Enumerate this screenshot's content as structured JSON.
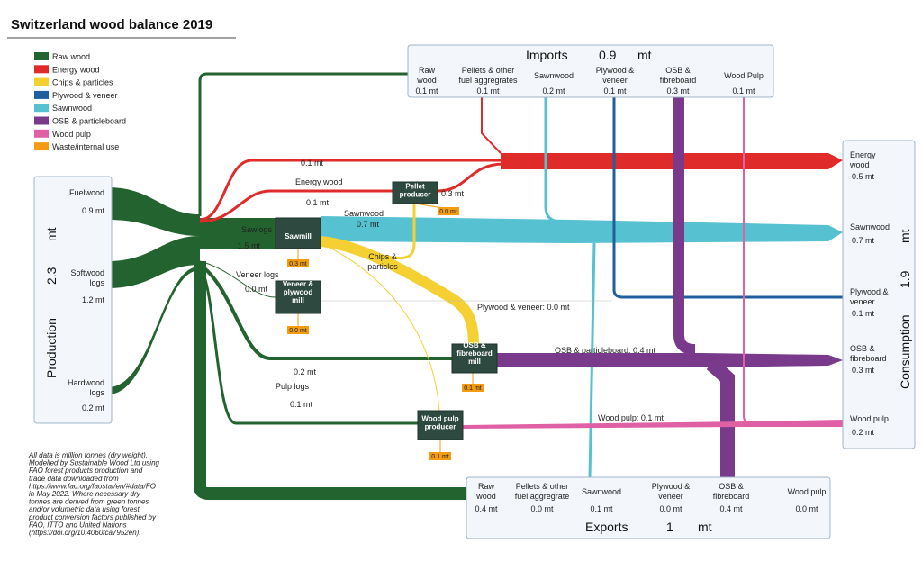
{
  "title": "Switzerland wood balance 2019",
  "legend": [
    {
      "label": "Raw wood",
      "color": "#23632f"
    },
    {
      "label": "Energy wood",
      "color": "#e02b2b"
    },
    {
      "label": "Chips & particles",
      "color": "#f5d033"
    },
    {
      "label": "Plywood & veneer",
      "color": "#1f5f9e"
    },
    {
      "label": "Sawnwood",
      "color": "#56c1d1"
    },
    {
      "label": "OSB & particleboard",
      "color": "#7a3a8c"
    },
    {
      "label": "Wood pulp",
      "color": "#e060a6"
    },
    {
      "label": "Waste/internal use",
      "color": "#f39c12"
    }
  ],
  "production": {
    "title": "Production",
    "total": "2.3",
    "unit": "mt",
    "items": [
      {
        "name": "Fuelwood",
        "value": "0.9 mt"
      },
      {
        "name": "Softwood\nlogs",
        "name_lines": [
          "Softwood",
          "logs"
        ],
        "value": "1.2 mt"
      },
      {
        "name": "Hardwood\nlogs",
        "name_lines": [
          "Hardwood",
          "logs"
        ],
        "value": "0.2 mt"
      }
    ]
  },
  "imports": {
    "title": "Imports",
    "total": "0.9",
    "unit": "mt",
    "items": [
      {
        "lines": [
          "Raw",
          "wood"
        ],
        "value": "0.1 mt"
      },
      {
        "lines": [
          "Pellets & other",
          "fuel aggregrates"
        ],
        "value": "0.1 mt"
      },
      {
        "lines": [
          "Sawnwood"
        ],
        "value": "0.2 mt"
      },
      {
        "lines": [
          "Plywood &",
          "veneer"
        ],
        "value": "0.1 mt"
      },
      {
        "lines": [
          "OSB &",
          "fibreboard"
        ],
        "value": "0.3 mt"
      },
      {
        "lines": [
          "Wood Pulp"
        ],
        "value": "0.1 mt"
      }
    ]
  },
  "exports": {
    "title": "Exports",
    "total": "1",
    "unit": "mt",
    "items": [
      {
        "lines": [
          "Raw",
          "wood"
        ],
        "value": "0.4 mt"
      },
      {
        "lines": [
          "Pellets & other",
          "fuel aggregrate"
        ],
        "value": "0.0 mt"
      },
      {
        "lines": [
          "Sawnwood"
        ],
        "value": "0.1 mt"
      },
      {
        "lines": [
          "Plywood &",
          "veneer"
        ],
        "value": "0.0 mt"
      },
      {
        "lines": [
          "OSB &",
          "fibreboard"
        ],
        "value": "0.4 mt"
      },
      {
        "lines": [
          "Wood pulp"
        ],
        "value": "0.0 mt"
      }
    ]
  },
  "consumption": {
    "title": "Consumption",
    "total": "1.9",
    "unit": "mt",
    "items": [
      {
        "lines": [
          "Energy",
          "wood"
        ],
        "value": "0.5 mt"
      },
      {
        "lines": [
          "Sawnwood"
        ],
        "value": "0.7 mt"
      },
      {
        "lines": [
          "Plywood &",
          "veneer"
        ],
        "value": "0.1 mt"
      },
      {
        "lines": [
          "OSB &",
          "fibreboard"
        ],
        "value": "0.3 mt"
      },
      {
        "lines": [
          "Wood pulp"
        ],
        "value": "0.2 mt"
      }
    ]
  },
  "processes": {
    "sawmill": {
      "lines": [
        "Sawmill"
      ],
      "waste": "0.3 mt"
    },
    "pellet": {
      "lines": [
        "Pellet",
        "producer"
      ],
      "waste": "0.0 mt"
    },
    "veneer": {
      "lines": [
        "Veneer &",
        "plywood",
        "mill"
      ],
      "waste": "0.0 mt"
    },
    "osb": {
      "lines": [
        "OSB &",
        "fibreboard",
        "mill"
      ],
      "waste": "0.1 mt"
    },
    "pulp": {
      "lines": [
        "Wood pulp",
        "producer"
      ],
      "waste": "0.1 mt"
    }
  },
  "flow_labels": {
    "energy_top": "0.1 mt",
    "energy_wood": "Energy wood",
    "energy_wood_value": "0.1 mt",
    "pellet_out": "0.3 mt",
    "sawlogs": "Sawlogs",
    "sawlogs_value": "1.5 mt",
    "sawnwood": "Sawnwood",
    "sawnwood_value": "0.7 mt",
    "veneer_logs": "Veneer logs",
    "veneer_logs_value": "0.0 mt",
    "chips_lines": [
      "Chips &",
      "particles"
    ],
    "plywood_veneer": "Plywood & veneer: 0.0 mt",
    "osb_particleboard": "OSB & particleboard: 0.4 mt",
    "raw_to_osb_value": "0.2 mt",
    "pulp_logs": "Pulp logs",
    "pulp_logs_value": "0.1 mt",
    "wood_pulp": "Wood pulp: 0.1 mt"
  },
  "note_lines": [
    "All data is million tonnes (dry weight).",
    "Modelled by Sustainable Wood Ltd using",
    "FAO forest products production and",
    "trade data downloaded from",
    "https://www.fao.org/faostat/en/#data/FO",
    "in May 2022. Where necessary dry",
    "tonnes are derived from green tonnes",
    "and/or volumetric data using forest",
    "product conversion factors published by",
    "FAO, ITTO and United Nations",
    "(https://doi.org/10.4060/ca7952en)."
  ]
}
